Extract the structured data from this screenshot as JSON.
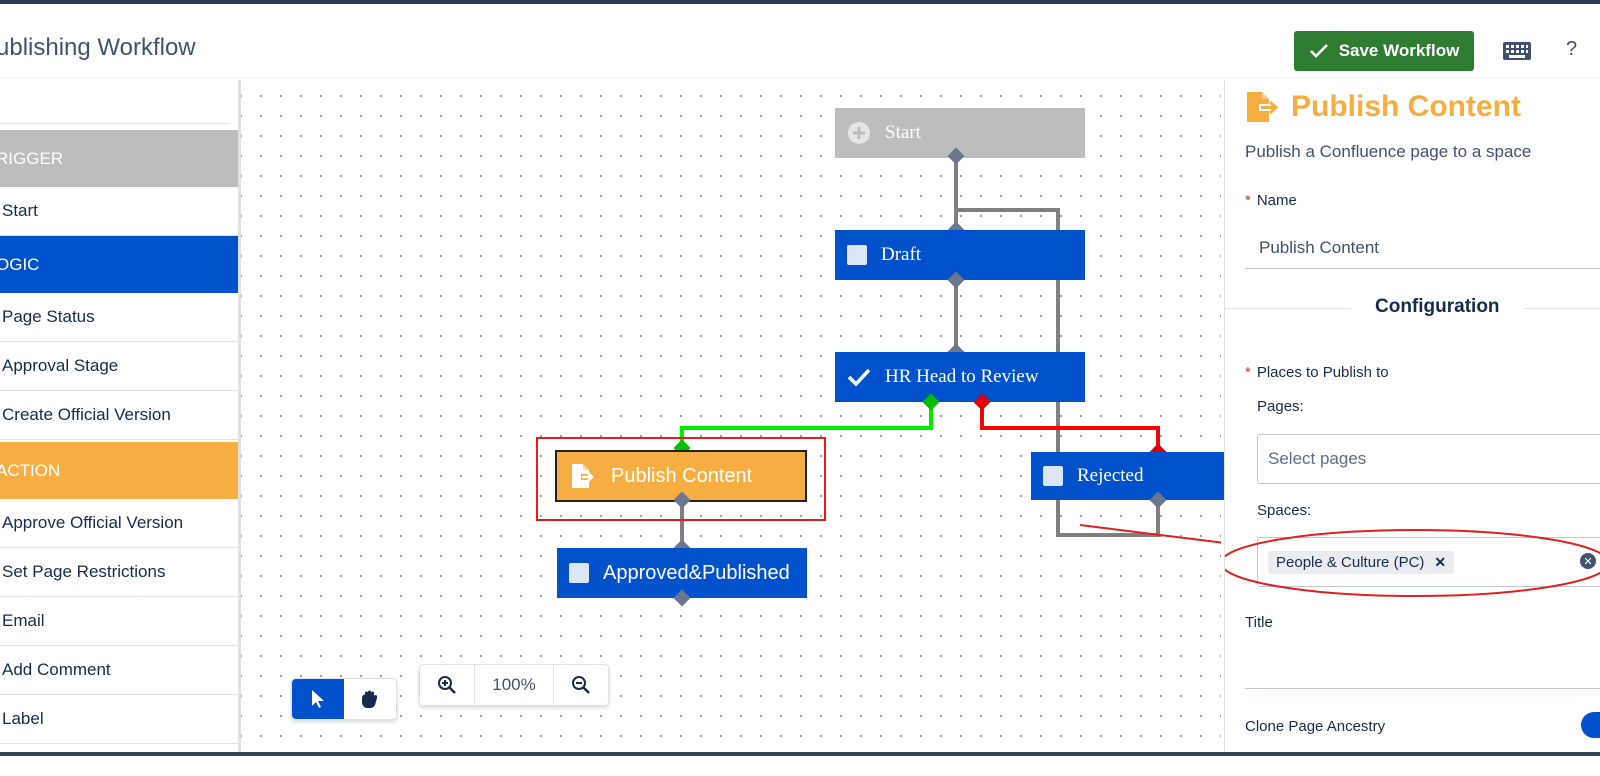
{
  "header": {
    "title": "ublishing Workflow",
    "save_label": "Save Workflow",
    "help": "?"
  },
  "palette": {
    "categories": {
      "trigger": "RIGGER",
      "logic": "OGIC",
      "action": "ACTION"
    },
    "items": {
      "start": "Start",
      "page_status": "Page Status",
      "approval_stage": "Approval Stage",
      "create_official": "Create Official Version",
      "approve_official": "Approve Official Version",
      "set_restrictions": "Set Page Restrictions",
      "email": "Email",
      "add_comment": "Add Comment",
      "label": "Label"
    }
  },
  "canvas": {
    "nodes": {
      "start": "Start",
      "draft": "Draft",
      "hr_review": "HR Head to Review",
      "publish": "Publish Content",
      "rejected": "Rejected",
      "approved": "Approved&Published"
    },
    "zoom": "100%"
  },
  "panel": {
    "title": "Publish Content",
    "description": "Publish a Confluence page to a space",
    "name_label": "Name",
    "name_value": "Publish Content",
    "config_heading": "Configuration",
    "places_label": "Places to Publish to",
    "pages_label": "Pages:",
    "pages_placeholder": "Select pages",
    "spaces_label": "Spaces:",
    "space_tag": "People & Culture (PC)",
    "title_label": "Title",
    "clone_label": "Clone Page Ancestry"
  },
  "colors": {
    "trigger": "#bdbdbd",
    "logic": "#0052cc",
    "action": "#f6ae42",
    "save": "#2e7d32",
    "approve_line": "#00ee00",
    "reject_line": "#ff0000",
    "highlight": "#e02020"
  }
}
